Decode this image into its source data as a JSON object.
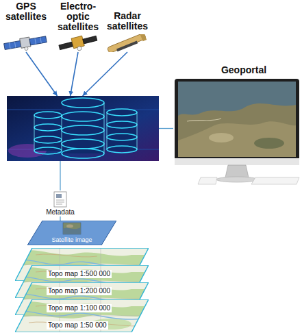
{
  "diagram": {
    "nodes": [
      {
        "text": [
          "GPS satellites"
        ]
      },
      {
        "text": [
          "Electro-optic satellites"
        ]
      },
      {
        "text": [
          "Radar satellites"
        ]
      },
      {
        "text": []
      },
      {
        "text": [
          "Geoportal"
        ]
      },
      {
        "text": [
          "Metadata"
        ]
      },
      {
        "text": [
          "Satellite image"
        ]
      },
      {
        "text": [
          "Topo map 1:500 000"
        ]
      },
      {
        "text": [
          "Topo map 1:200 000"
        ]
      },
      {
        "text": [
          "Topo map 1:100 000"
        ]
      },
      {
        "text": [
          "Topo map 1:50 000"
        ]
      }
    ],
    "edges": [
      {
        "from": 0,
        "to": 3,
        "arrow": "to"
      },
      {
        "from": 1,
        "to": 3,
        "arrow": "to"
      },
      {
        "from": 2,
        "to": 3,
        "arrow": "to"
      },
      {
        "from": 3,
        "to": 4,
        "arrow": "none"
      },
      {
        "from": 3,
        "to": 5,
        "arrow": "none"
      },
      {
        "from": 5,
        "to": 6,
        "arrow": "none"
      }
    ]
  }
}
